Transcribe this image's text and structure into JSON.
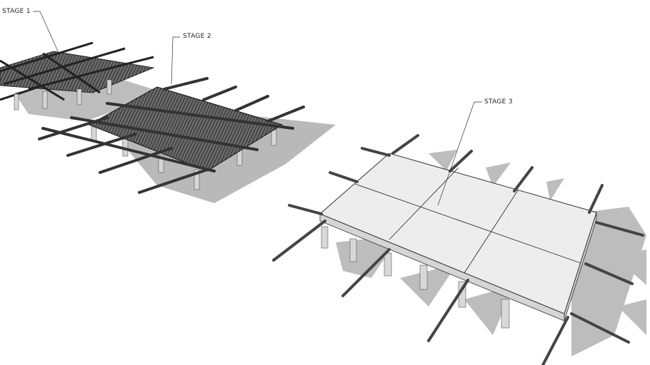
{
  "labels": {
    "stage1": "STAGE 1",
    "stage2": "STAGE 2",
    "stage3": "STAGE 3"
  },
  "colors": {
    "shadow": "#b9b9b9",
    "slab": "#ececec",
    "rebar": "#2a2a2a",
    "column": "#d8d8d8"
  }
}
